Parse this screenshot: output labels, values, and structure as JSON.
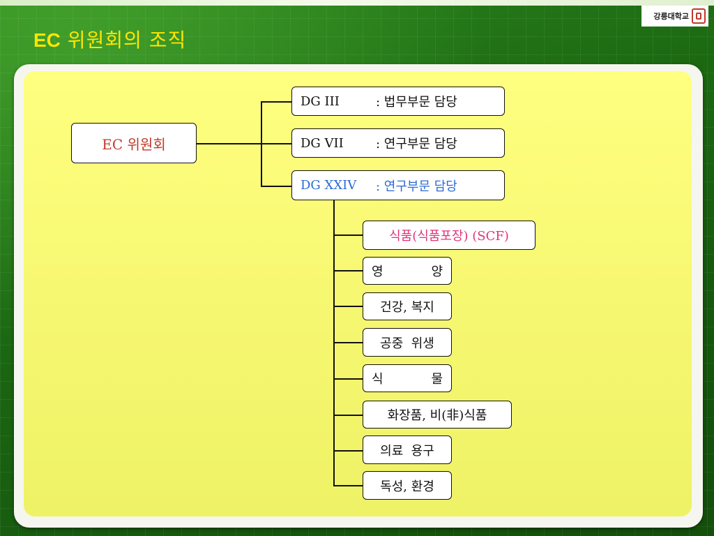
{
  "slide": {
    "title_ec": "EC",
    "title_rest": " 위원회의 조직"
  },
  "logo": {
    "text": "강릉대학교"
  },
  "diagram": {
    "root": {
      "label": "EC 위원회"
    },
    "dg": [
      {
        "code": "DG III",
        "desc": ": 법무부문 담당"
      },
      {
        "code": "DG VII",
        "desc": ": 연구부문 담당"
      },
      {
        "code": "DG XXIV",
        "desc": ": 연구부문 담당"
      }
    ],
    "sub": [
      {
        "label": "식품(식품포장) (SCF)"
      },
      {
        "left": "영",
        "right": "양"
      },
      {
        "label": "건강, 복지"
      },
      {
        "label": "공중  위생"
      },
      {
        "left": "식",
        "right": "물"
      },
      {
        "label": "화장품, 비(非)식품"
      },
      {
        "label": "의료  용구"
      },
      {
        "label": "독성, 환경"
      }
    ]
  },
  "colors": {
    "title": "#ffe600",
    "root_text": "#c0392b",
    "dg_xxiv_text": "#2a6bd6",
    "highlight_text": "#e0337a",
    "panel": "#ffff80"
  }
}
